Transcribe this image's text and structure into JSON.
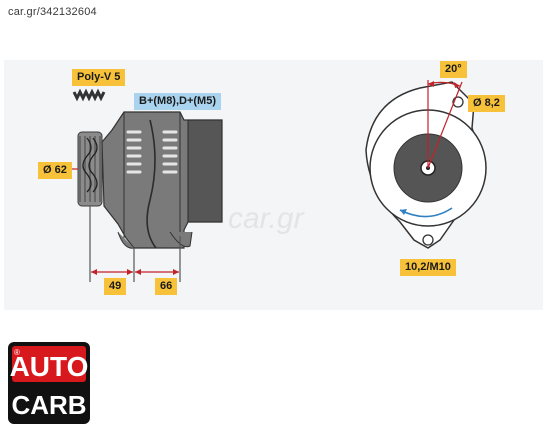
{
  "watermark": "car.gr/342132604",
  "center_watermark": "car.gr",
  "labels": {
    "poly_v": "Poly-V 5",
    "terminals": "B+(M8),D+(M5)",
    "pulley_diameter": "Ø 62",
    "dim_49": "49",
    "dim_66": "66",
    "angle": "20°",
    "hole_diameter": "Ø 8,2",
    "mount": "10,2/M10"
  },
  "logo": {
    "line1": "AUTO",
    "line2": "CARB",
    "registered": "®",
    "colors": {
      "red": "#d7191e",
      "black": "#111111"
    }
  },
  "colors": {
    "tag_yellow": "#f7c23a",
    "tag_blue": "#a9d3ee",
    "body_gray": "#6f6f6f",
    "dim_red": "#c2222a"
  }
}
